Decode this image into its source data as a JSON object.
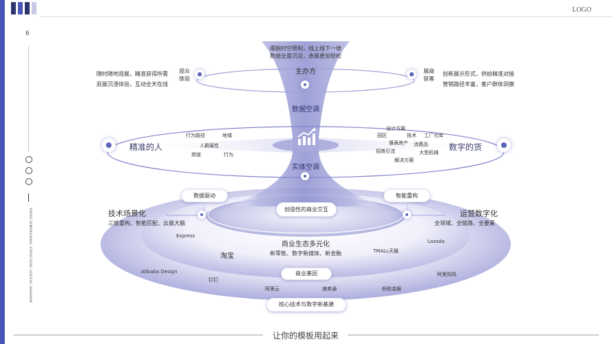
{
  "header": {
    "logo": "LOGO",
    "page_number": "6"
  },
  "sidebar": {
    "vertical_text": "THREE-DIMENSIONAL STRUCTURE LOGICAL DIAGRAM"
  },
  "footer": {
    "caption": "让你的模板用起来"
  },
  "colors": {
    "accent": "#3a3f8f",
    "funnel": "#9c9ed6",
    "ring_light": "#eceaf8",
    "side_bar": "#4a55b8"
  },
  "icons": {
    "center": "bar-chart-icon"
  },
  "diagram": {
    "top": {
      "center_title": "主办方",
      "center_desc_1": "摆脱时空限制，线上线下一体",
      "center_desc_2": "数据全面沉淀，赤展更加轻松",
      "left_label_1": "观众",
      "left_label_2": "体验",
      "left_desc_1": "随时随地观展，精准获得所需",
      "left_desc_2": "逛展沉浸体验，互动全天在线",
      "right_label_1": "展商",
      "right_label_2": "获客",
      "right_desc_1": "创新展示形式，供给精准对接",
      "right_desc_2": "营销路径丰富，客户群体洞察"
    },
    "funnel": {
      "upper": "数据空调",
      "lower": "实体空调"
    },
    "middle": {
      "left_title": "精准的人",
      "right_title": "数字的货",
      "left_tags": [
        "行为路径",
        "地域",
        "人群属性",
        "频道",
        "行为"
      ],
      "right_tags": [
        "设计方案",
        "园区",
        "技术",
        "工厂仓库",
        "换表房产",
        "消费品",
        "招商引流",
        "大型机械",
        "解决方案"
      ]
    },
    "lower": {
      "pill_left": "数据驱动",
      "pill_right": "智能重构",
      "pill_center": "创造性的商业交互",
      "left_title": "技术场景化",
      "left_desc": "三维重构、智能匹配、云展大脑",
      "right_title": "运营数字化",
      "right_desc": "全领域、全链路、全要素",
      "center_title": "商业生态多元化",
      "center_desc": "新零售、数字新媒体、新金融",
      "platforms": [
        "Express",
        "淘宝",
        "TMALL天猫",
        "Lazada",
        "Alibaba Design",
        "钉钉",
        "阿里云",
        "速卖通",
        "蚂蚁金服",
        "阿里妈妈"
      ],
      "pill_gene": "商业基因",
      "pill_core": "核心技术与数字新基建"
    }
  }
}
